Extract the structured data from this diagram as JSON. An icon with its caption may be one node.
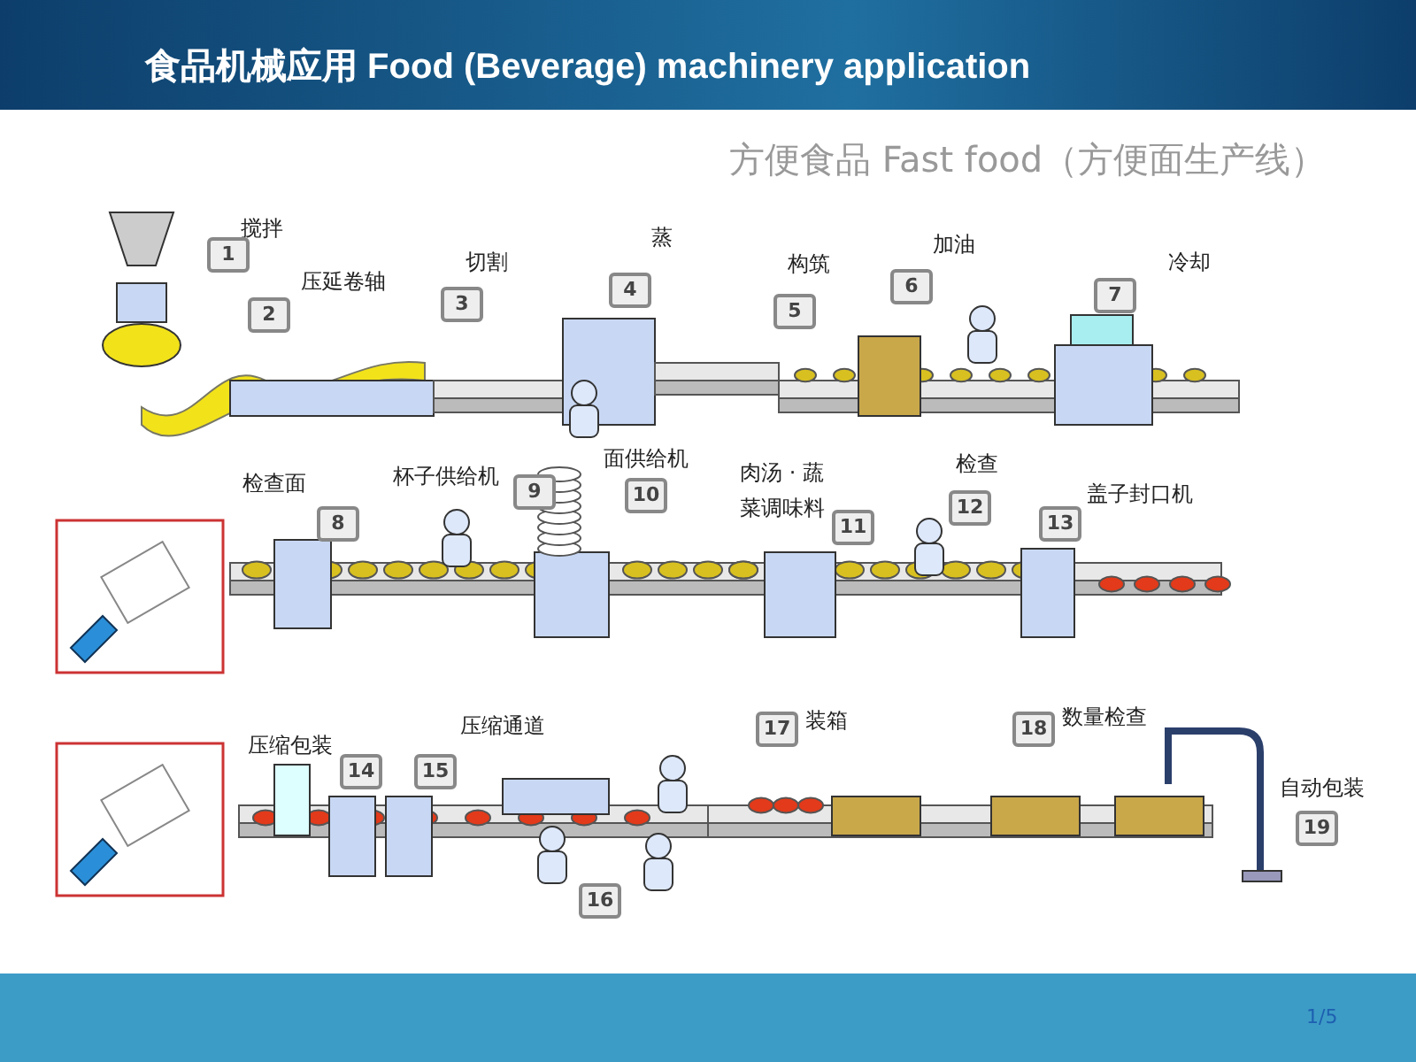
{
  "diagram": {
    "title": "食品机械应用 Food (Beverage) machinery application",
    "labels": [
      "方便食品 Fast food（方便面生产线）",
      "搅拌",
      "1",
      "压延卷轴",
      "2",
      "切割",
      "3",
      "蒸",
      "4",
      "构筑",
      "5",
      "加油",
      "6",
      "冷却",
      "7",
      "检查面",
      "8",
      "杯子供给机",
      "9",
      "面供给机",
      "10",
      "肉汤 · 蔬菜调味料",
      "11",
      "检查",
      "12",
      "盖子封口机",
      "13",
      "压缩包装",
      "14",
      "15",
      "压缩通道",
      "16",
      "17",
      "装箱",
      "18",
      "数量检查",
      "自动包装",
      "19",
      "1/5"
    ]
  }
}
